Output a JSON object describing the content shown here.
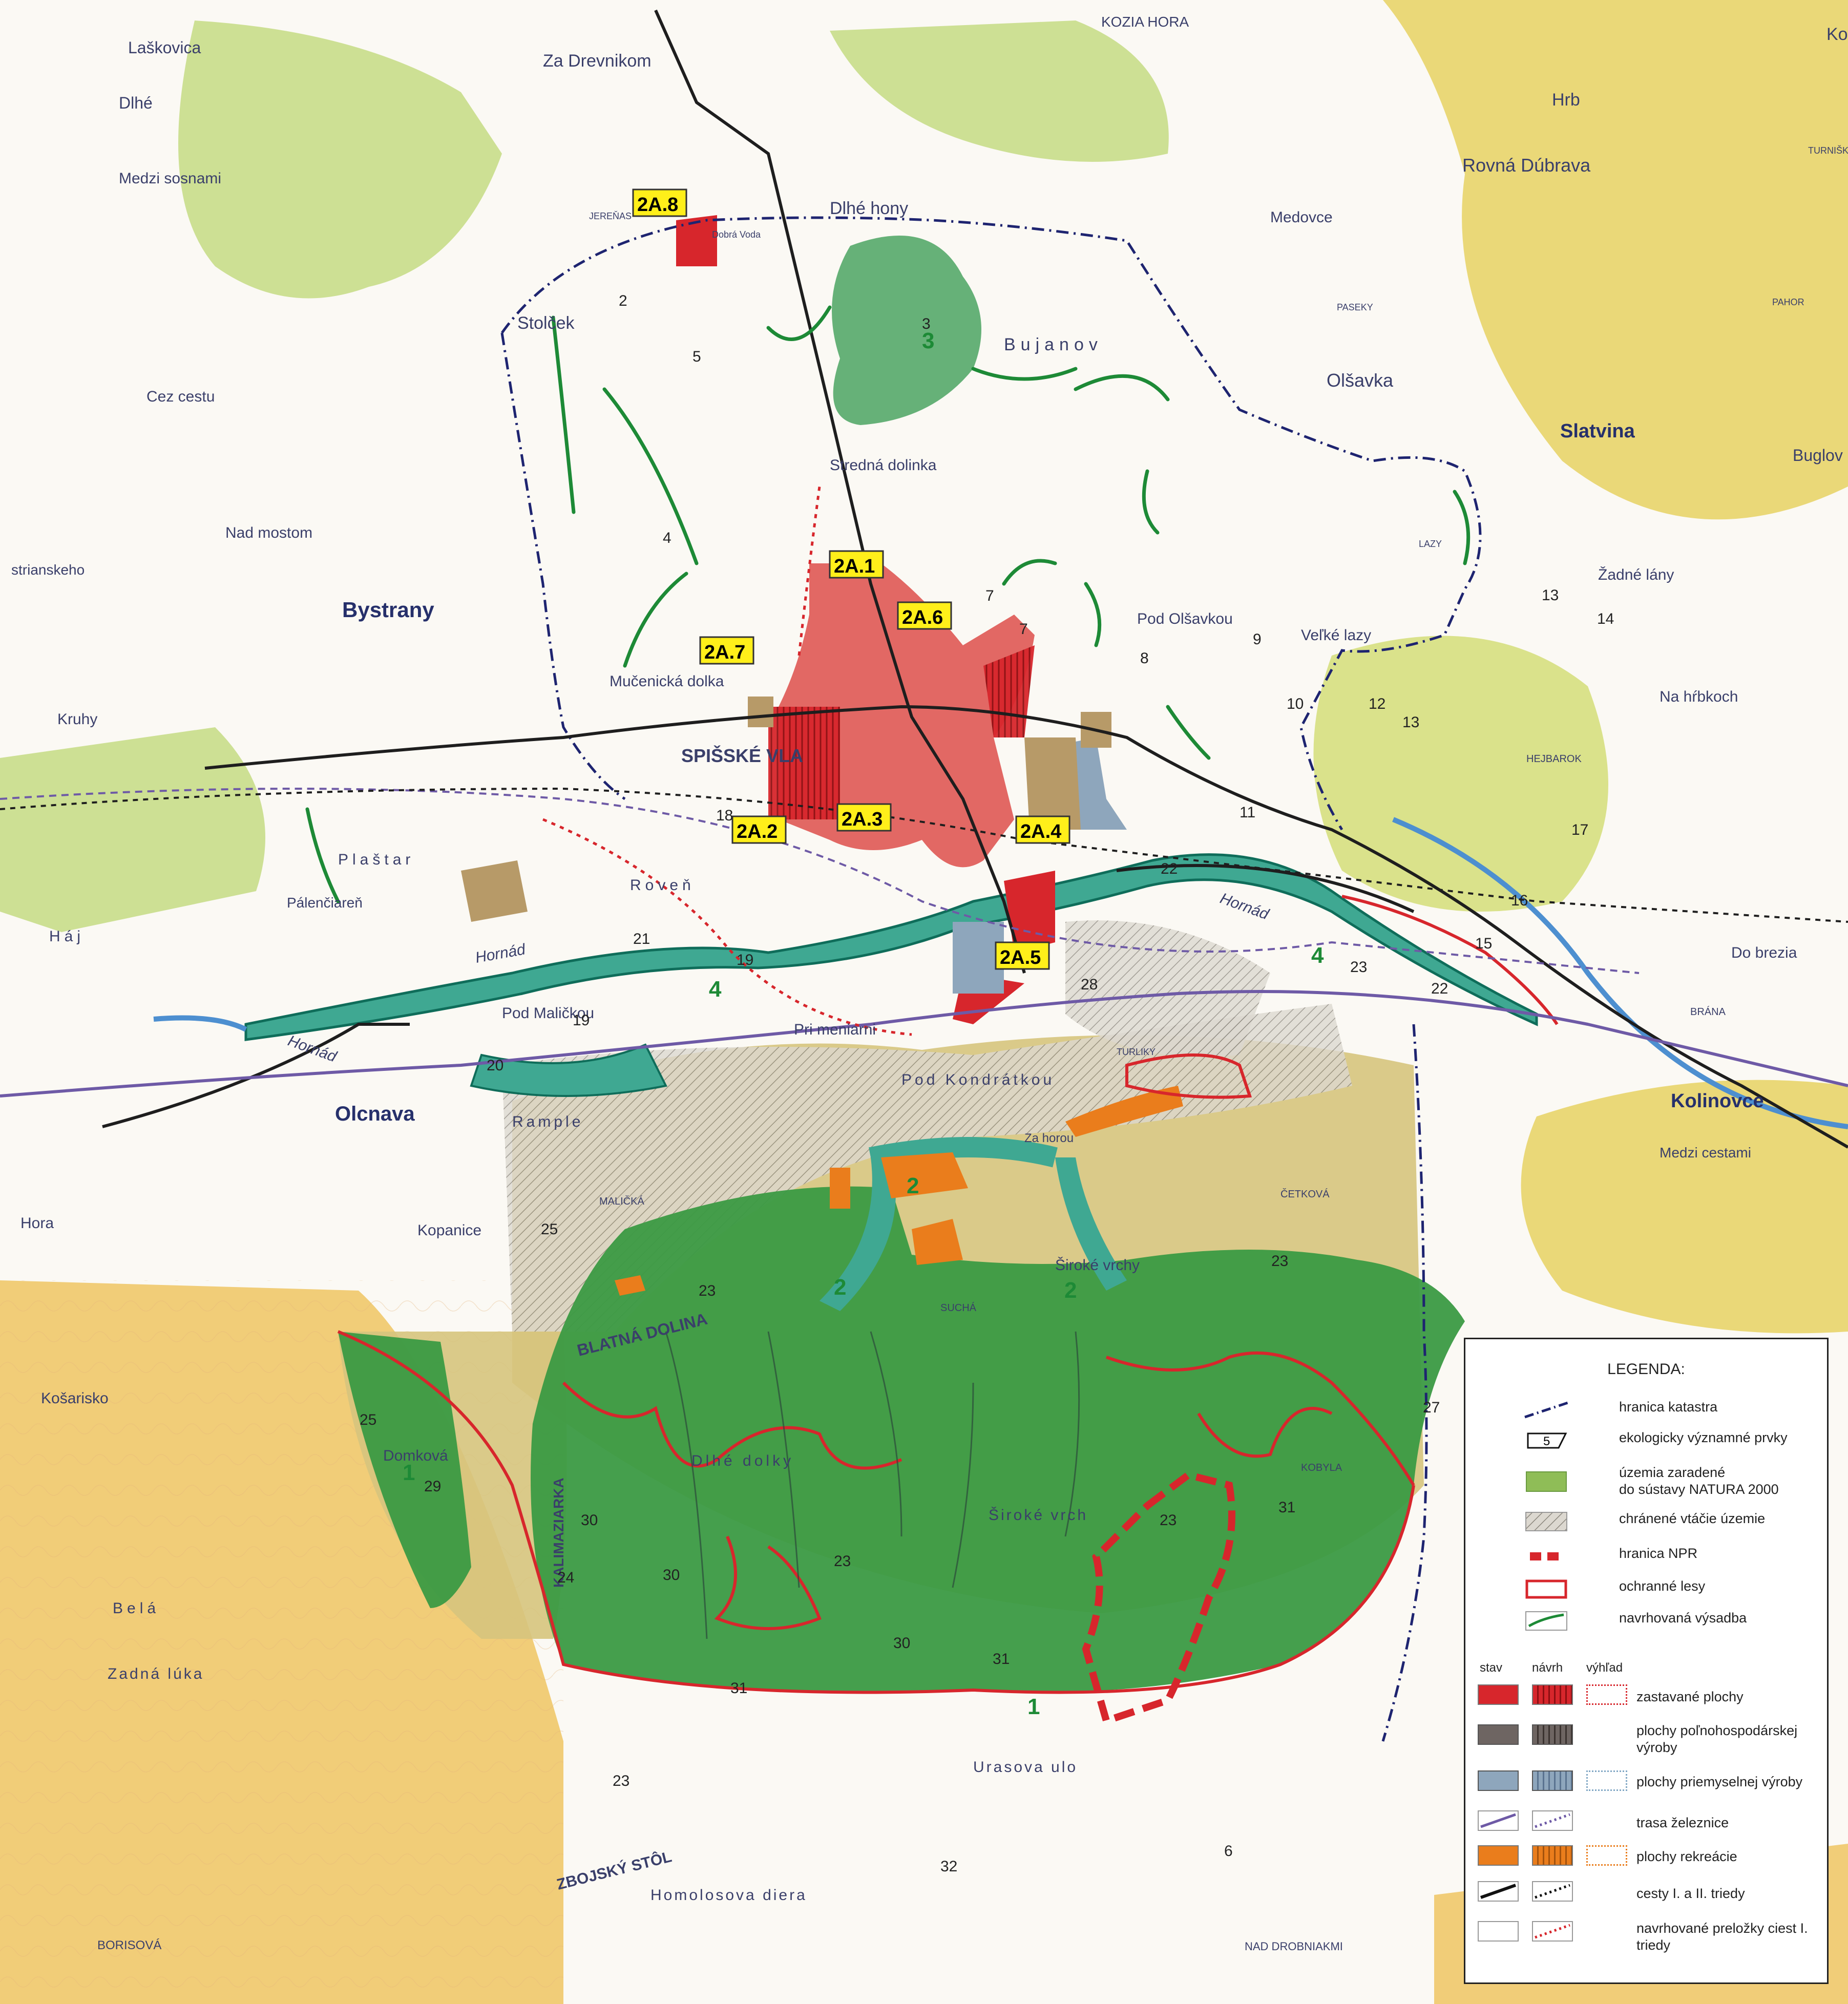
{
  "map": {
    "place_labels": {
      "spisske_vlachy": "SPIŠSKÉ VLA",
      "bystrany": "Bystrany",
      "olcnava": "Olcnava",
      "kolinovce": "Kolinovce",
      "slatvina": "Slatvina",
      "olsavka": "Olšavka",
      "kozia_hora": "KOZIA HORA",
      "rovna_dubrava": "Rovná Dúbrava",
      "za_drevnikom": "Za Drevnikom",
      "dlhe_hony": "Dlhé hony",
      "medzi_sosnami": "Medzi sosnami",
      "cez_cestu": "Cez cestu",
      "stolcek": "Stolček",
      "bujanov": "Bujanov",
      "medovce": "Medovce",
      "stredna_dolinka": "Stredná dolinka",
      "nad_mostom": "Nad mostom",
      "mucenicka_dolka": "Mučenická dolka",
      "pod_olsavkou": "Pod Olšavkou",
      "velke_lazy": "Veľké lazy",
      "na_hrbkoch": "Na hŕbkoch",
      "zadne_lany": "Žadné lány",
      "hejbarok": "HEJBAROK",
      "do_brezia": "Do brezia",
      "brana": "BRÁNA",
      "plastar": "Plaštar",
      "palenciaren": "Pálenčiareň",
      "haj": "Háj",
      "roven": "Roveň",
      "pod_malickou": "Pod Maličkou",
      "pri_meniarni": "Pri meniarni",
      "pod_kondratkou": "Pod Kondrátkou",
      "rample": "Rample",
      "kopanice": "Kopanice",
      "malicka": "MALIČKÁ",
      "hora": "Hora",
      "za_horou": "Za horou",
      "siroke_vrchy": "Široké vrchy",
      "cetkova": "ČETKOVÁ",
      "sucha": "SUCHÁ",
      "blatna_dolina": "BLATNÁ DOLINA",
      "kosarisko": "Košarisko",
      "domkova": "Domková",
      "dlhe_dolky": "Dlhé dolky",
      "kalimaziarka": "KALIMAZIARKA",
      "siroke_vrch2": "Široké vrch",
      "kobyla": "KOBYLA",
      "bela": "Belá",
      "zadna_luka": "Zadná lúka",
      "urasova": "Urasova ulo",
      "homolosova_diera": "Homolosova diera",
      "zbojsky_stol": "ZBOJSKÝ STÔL",
      "borisova": "BORISOVÁ",
      "nad_drobniakmi": "NAD DROBNIAKMI",
      "medzi_cestami": "Medzi cestami",
      "hornad1": "Hornád",
      "hornad2": "Hornád",
      "hornad3": "Hornád",
      "turnisko": "TURNIŠKO",
      "pahor": "PAHOR",
      "jerenas": "JEREŇAS",
      "dobra_voda": "Dobrá Voda",
      "hrb": "Hrb",
      "kos": "Koš",
      "buglov": "Buglov",
      "laskovica": "Laškovica",
      "dlhe": "Dlhé",
      "kruhy": "Kruhy",
      "strianskeho": "strianskeho",
      "lazy": "LAZY",
      "pasekovy": "PASEKY",
      "turliky": "TURLIKY"
    },
    "zone_tags": [
      "2A.1",
      "2A.2",
      "2A.3",
      "2A.4",
      "2A.5",
      "2A.6",
      "2A.7",
      "2A.8"
    ],
    "eco_numbers": [
      "2",
      "5",
      "4",
      "7",
      "7",
      "8",
      "9",
      "10",
      "11",
      "12",
      "13",
      "13",
      "14",
      "15",
      "16",
      "17",
      "18",
      "19",
      "19",
      "20",
      "21",
      "22",
      "22",
      "23",
      "23",
      "23",
      "23",
      "23",
      "23",
      "24",
      "25",
      "25",
      "27",
      "28",
      "29",
      "30",
      "30",
      "30",
      "31",
      "31",
      "31",
      "32",
      "6",
      "3"
    ],
    "green_numbers": [
      "1",
      "1",
      "2",
      "2",
      "2",
      "3",
      "4",
      "4"
    ]
  },
  "legend": {
    "title": "LEGENDA:",
    "items": [
      "hranica katastra",
      "ekologicky významné prvky",
      "územia zaradené\ndo sústavy NATURA 2000",
      "chránené vtáčie územie",
      "hranica NPR",
      "ochranné lesy",
      "navrhovaná výsadba"
    ],
    "eco_symbol_number": "5",
    "columns": [
      "stav",
      "návrh",
      "výhľad"
    ],
    "matrix_items": [
      "zastavané plochy",
      "plochy poľnohospodárskej\nvýroby",
      "plochy priemyselnej výroby",
      "trasa železnice",
      "plochy rekreácie",
      "cesty I. a II. triedy",
      "navrhované preložky  ciest I.\ntriedy"
    ],
    "colors": {
      "natura": "#8fbd57",
      "built": "#d7262c",
      "agri": "#6e6562",
      "industry": "#8ea6bc",
      "recreation": "#ea7d1c",
      "rail": "#6e5aa6",
      "road": "#1e1e1e",
      "forest_protect": "#d7262c",
      "planting": "#1d8a36"
    }
  }
}
